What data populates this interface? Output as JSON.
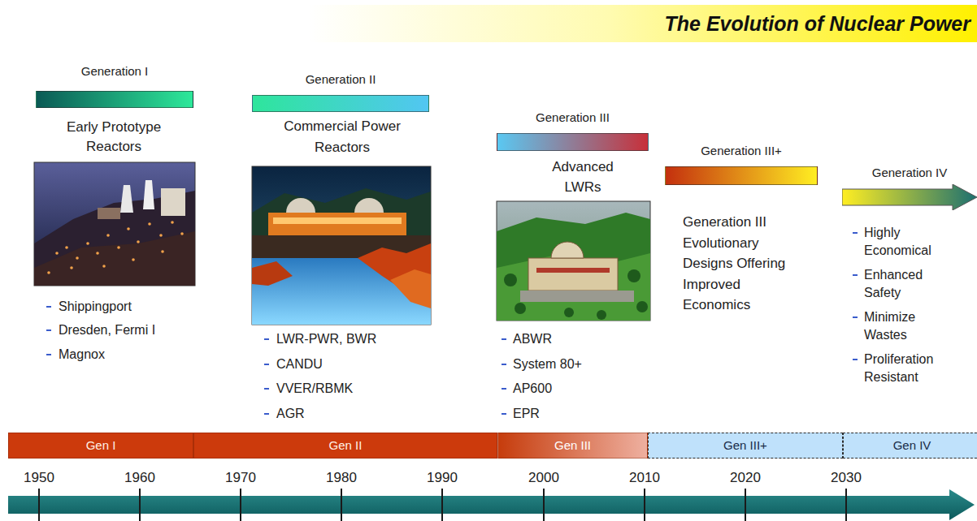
{
  "diagram": {
    "title": "The Evolution of Nuclear Power",
    "nodes": [
      {
        "text": [
          "Generation I"
        ]
      },
      {
        "text": [
          "Generation II"
        ]
      },
      {
        "text": [
          "Generation III"
        ]
      },
      {
        "text": [
          "Generation III+"
        ]
      },
      {
        "text": [
          "Generation IV"
        ]
      },
      {
        "text": [
          "Gen I"
        ]
      },
      {
        "text": [
          "Gen II"
        ]
      },
      {
        "text": [
          "Gen III"
        ]
      },
      {
        "text": [
          "Gen III+"
        ]
      },
      {
        "text": [
          "Gen IV"
        ]
      }
    ],
    "labels": [
      "Early Prototype Reactors",
      "Shippingport",
      "Dresden, Fermi I",
      "Magnox",
      "Commercial Power Reactors",
      "LWR-PWR, BWR",
      "CANDU",
      "VVER/RBMK",
      "AGR",
      "Advanced LWRs",
      "ABWR",
      "System 80+",
      "AP600",
      "EPR",
      "Generation III Evolutionary Designs Offering Improved Economics",
      "Highly Economical",
      "Enhanced Safety",
      "Minimize Wastes",
      "Proliferation Resistant",
      "1950",
      "1960",
      "1970",
      "1980",
      "1990",
      "2000",
      "2010",
      "2020",
      "2030"
    ]
  }
}
